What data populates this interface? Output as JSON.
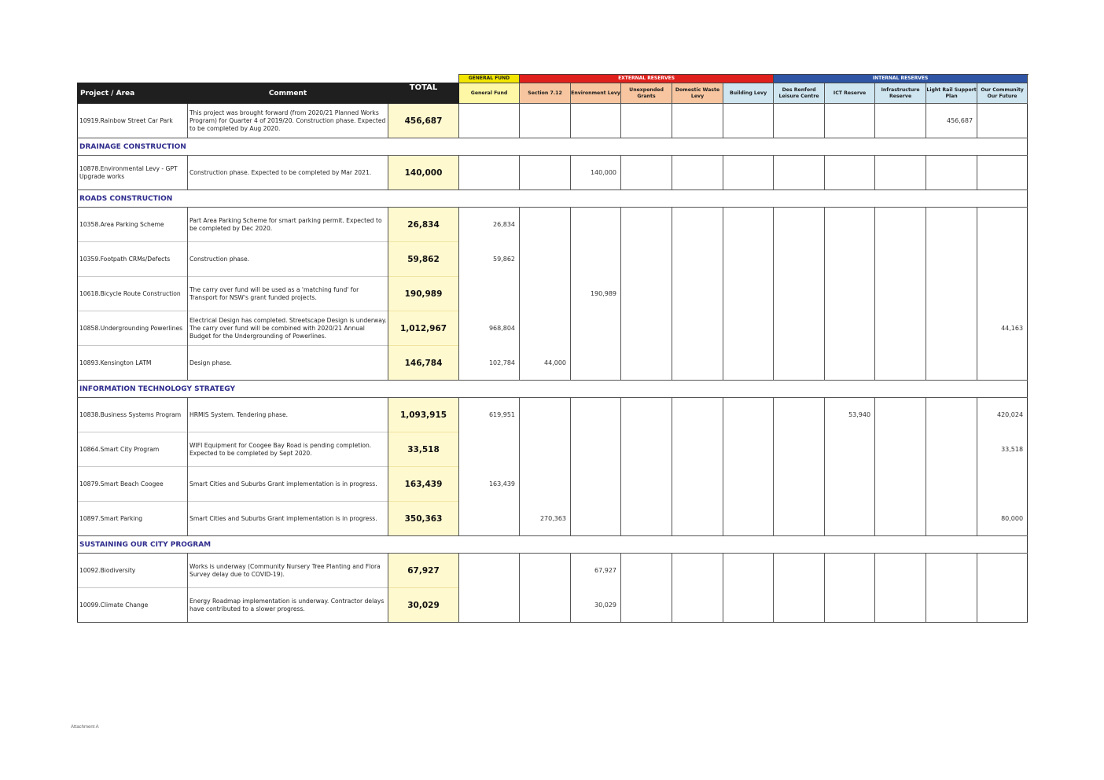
{
  "groups": {
    "general_fund": "GENERAL FUND",
    "external_reserves": "EXTERNAL RESERVES",
    "internal_reserves": "INTERNAL RESERVES"
  },
  "columns": {
    "project": "Project / Area",
    "comment": "Comment",
    "total": "TOTAL",
    "general_fund": "General Fund",
    "section_712": "Section 7.12",
    "environment_levy": "Environment Levy",
    "unexpended_grants": "Unexpended Grants",
    "domestic_waste_levy": "Domestic Waste Levy",
    "building_levy": "Building Levy",
    "des_renford": "Des Renford Leisure Centre",
    "ict_reserve": "ICT Reserve",
    "infrastructure_reserve": "Infrastructure Reserve",
    "light_rail": "Light Rail Support Plan",
    "our_community": "Our Community Our Future"
  },
  "top_row": {
    "project": "10919.Rainbow Street Car Park",
    "comment": "This project was brought forward (from 2020/21 Planned Works Program) for Quarter 4 of 2019/20. Construction phase. Expected to be completed by Aug 2020.",
    "total": "456,687",
    "values": [
      "",
      "",
      "",
      "",
      "",
      "",
      "",
      "",
      "",
      "456,687",
      ""
    ]
  },
  "sections": [
    {
      "name": "DRAINAGE CONSTRUCTION",
      "rows": [
        {
          "project": "10878.Environmental Levy - GPT Upgrade works",
          "comment": "Construction phase. Expected to be completed by Mar 2021.",
          "total": "140,000",
          "values": [
            "",
            "",
            "140,000",
            "",
            "",
            "",
            "",
            "",
            "",
            "",
            ""
          ]
        }
      ]
    },
    {
      "name": "ROADS CONSTRUCTION",
      "rows": [
        {
          "project": "10358.Area Parking Scheme",
          "comment": "Part Area Parking Scheme for smart parking permit. Expected to be completed by Dec 2020.",
          "total": "26,834",
          "values": [
            "26,834",
            "",
            "",
            "",
            "",
            "",
            "",
            "",
            "",
            "",
            ""
          ]
        },
        {
          "project": "10359.Footpath CRMs/Defects",
          "comment": "Construction phase.",
          "total": "59,862",
          "values": [
            "59,862",
            "",
            "",
            "",
            "",
            "",
            "",
            "",
            "",
            "",
            ""
          ]
        },
        {
          "project": "10618.Bicycle Route Construction",
          "comment": "The carry over fund will be used as a 'matching fund' for Transport for NSW's grant funded projects.",
          "total": "190,989",
          "values": [
            "",
            "",
            "190,989",
            "",
            "",
            "",
            "",
            "",
            "",
            "",
            ""
          ]
        },
        {
          "project": "10858.Undergrounding Powerlines",
          "comment": "Electrical Design has completed. Streetscape Design is underway. The carry over fund will be combined with 2020/21 Annual Budget for the Undergrounding of Powerlines.",
          "total": "1,012,967",
          "values": [
            "968,804",
            "",
            "",
            "",
            "",
            "",
            "",
            "",
            "",
            "",
            "44,163"
          ]
        },
        {
          "project": "10893.Kensington LATM",
          "comment": "Design phase.",
          "total": "146,784",
          "values": [
            "102,784",
            "44,000",
            "",
            "",
            "",
            "",
            "",
            "",
            "",
            "",
            ""
          ]
        }
      ]
    },
    {
      "name": "INFORMATION TECHNOLOGY STRATEGY",
      "rows": [
        {
          "project": "10838.Business Systems Program",
          "comment": "HRMIS System. Tendering phase.",
          "total": "1,093,915",
          "values": [
            "619,951",
            "",
            "",
            "",
            "",
            "",
            "",
            "53,940",
            "",
            "",
            "420,024"
          ]
        },
        {
          "project": "10864.Smart City Program",
          "comment": "WIFI Equipment for Coogee Bay Road is pending completion. Expected to be completed by Sept 2020.",
          "total": "33,518",
          "values": [
            "",
            "",
            "",
            "",
            "",
            "",
            "",
            "",
            "",
            "",
            "33,518"
          ]
        },
        {
          "project": "10879.Smart Beach Coogee",
          "comment": "Smart Cities and Suburbs Grant implementation is in progress.",
          "total": "163,439",
          "values": [
            "163,439",
            "",
            "",
            "",
            "",
            "",
            "",
            "",
            "",
            "",
            ""
          ]
        },
        {
          "project": "10897.Smart Parking",
          "comment": "Smart Cities and Suburbs Grant implementation is in progress.",
          "total": "350,363",
          "values": [
            "",
            "270,363",
            "",
            "",
            "",
            "",
            "",
            "",
            "",
            "",
            "80,000"
          ]
        }
      ]
    },
    {
      "name": "SUSTAINING OUR CITY PROGRAM",
      "rows": [
        {
          "project": "10092.Biodiversity",
          "comment": "Works is underway (Community Nursery Tree Planting and Flora Survey delay due to COVID-19).",
          "total": "67,927",
          "values": [
            "",
            "",
            "67,927",
            "",
            "",
            "",
            "",
            "",
            "",
            "",
            ""
          ]
        },
        {
          "project": "10099.Climate Change",
          "comment": "Energy Roadmap implementation is underway. Contractor delays have contributed to a slower progress.",
          "total": "30,029",
          "values": [
            "",
            "",
            "30,029",
            "",
            "",
            "",
            "",
            "",
            "",
            "",
            ""
          ]
        }
      ]
    }
  ],
  "footer": "Attachment A"
}
